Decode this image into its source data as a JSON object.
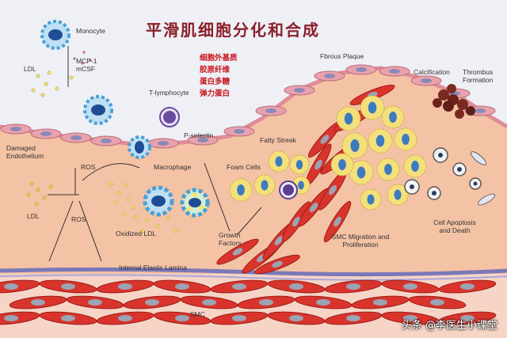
{
  "title": "平滑肌细胞分化和合成",
  "chinese_items": [
    "细胞外基质",
    "胶原纤维",
    "蛋白多糖",
    "弹力蛋白"
  ],
  "labels": {
    "monocyte": "Monocyte",
    "ldl_top": "LDL",
    "mcp1": "MCP-1",
    "mcsf": "mCSF",
    "t_lymphocyte": "T-lymphocyte",
    "p_selectin": "P-selectin",
    "fibrous_plaque": "Fbrous Plaque",
    "calcification": "Calcification",
    "thrombus_formation": "Thrombus Formation",
    "damaged_endothelium": "Damaged Endothelium",
    "ros_top": "ROS",
    "macrophage": "Macrophage",
    "fatty_streak": "Fatty Streak",
    "foam_cells": "Foam Cells",
    "ldl_bottom": "LDL",
    "ros_bottom": "ROS",
    "oxidized_ldl": "Oxidized LDL",
    "growth_factors": "Growth Factors",
    "smc_migration": "SMC Migration and Proliferation",
    "cell_apoptosis": "Cell Apoptosis and Death",
    "internal_elastic_lamina": "Internal Elastic Lamina",
    "smc_bottom": "SMC"
  },
  "watermark": "头条 @李医生小课堂",
  "colors": {
    "background": "#eef0f5",
    "intima": "#f4c2a4",
    "endothelium": "#e9a2ad",
    "lamina": "#7a78b8",
    "media": "#f6d5c7",
    "smc": "#d9342c",
    "foam_cell": "#f4e07a",
    "nucleus": "#3b7bc0",
    "title": "#8a1f2b",
    "red_text": "#c8141e"
  }
}
